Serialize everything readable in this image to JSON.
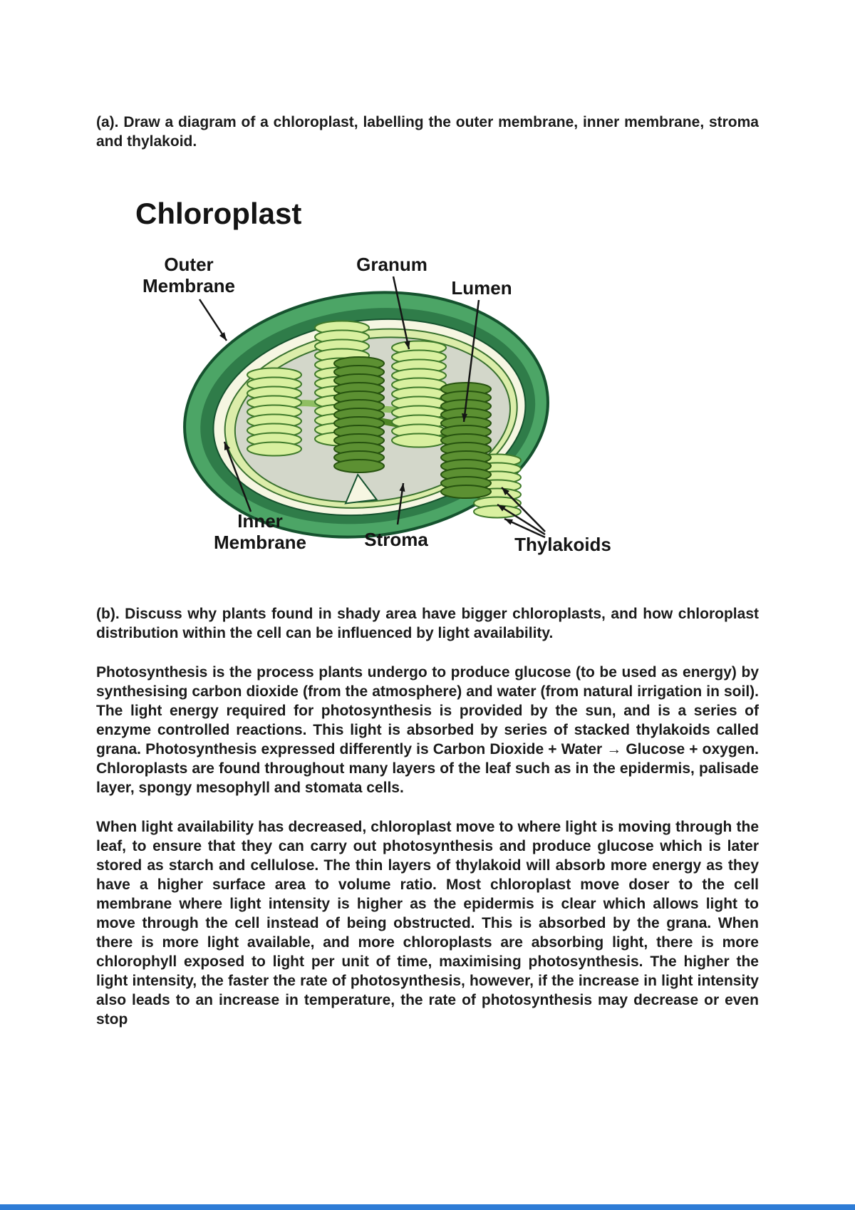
{
  "document": {
    "question_a": "(a). Draw a diagram of a chloroplast, labelling the outer membrane, inner membrane, stroma and thylakoid.",
    "question_b": "(b). Discuss why plants found in shady area have bigger chloroplasts, and how chloroplast distribution within the cell can be influenced by light availability.",
    "paragraph_1": "Photosynthesis is the process plants undergo to produce glucose (to be used as energy) by synthesising carbon dioxide (from the atmosphere) and water (from natural irrigation in soil). The light energy required for photosynthesis is provided by the sun, and is a series of enzyme controlled reactions. This light is absorbed by series of stacked thylakoids called grana. Photosynthesis expressed differently is Carbon Dioxide + Water → Glucose + oxygen. Chloroplasts are found throughout many layers of the leaf such as in the epidermis, palisade layer, spongy mesophyll and stomata cells.",
    "paragraph_2": "When light availability has decreased, chloroplast move to where light is moving through the leaf, to ensure that they can carry out photosynthesis and produce glucose which is later stored as starch and cellulose. The thin layers of thylakoid will absorb more energy as they have a higher surface area to volume ratio. Most chloroplast move doser to the cell membrane where light intensity is higher as the epidermis is clear which allows light to move through the cell instead of being obstructed. This is absorbed by the grana. When there is more light available, and more chloroplasts are absorbing light, there is more chlorophyll exposed to light per unit of time, maximising photosynthesis. The higher the light intensity, the faster the rate of photosynthesis, however, if the increase in light intensity also leads to an increase in temperature, the rate of photosynthesis may decrease or even stop"
  },
  "diagram": {
    "title": "Chloroplast",
    "labels": {
      "outer_membrane_line1": "Outer",
      "outer_membrane_line2": "Membrane",
      "granum": "Granum",
      "lumen": "Lumen",
      "inner_membrane_line1": "Inner",
      "inner_membrane_line2": "Membrane",
      "stroma": "Stroma",
      "thylakoids": "Thylakoids"
    },
    "colors": {
      "outer_membrane_green": "#4ca566",
      "membrane_outline": "#15522e",
      "intermembrane_cream": "#f6f6e2",
      "inner_membrane_green": "#dcedaa",
      "stroma_gray": "#d3d7ca",
      "thylakoid_light": "#d9f0a0",
      "thylakoid_dark": "#5c9032"
    }
  },
  "page": {
    "bottom_bar_color": "#2e7cd6"
  }
}
